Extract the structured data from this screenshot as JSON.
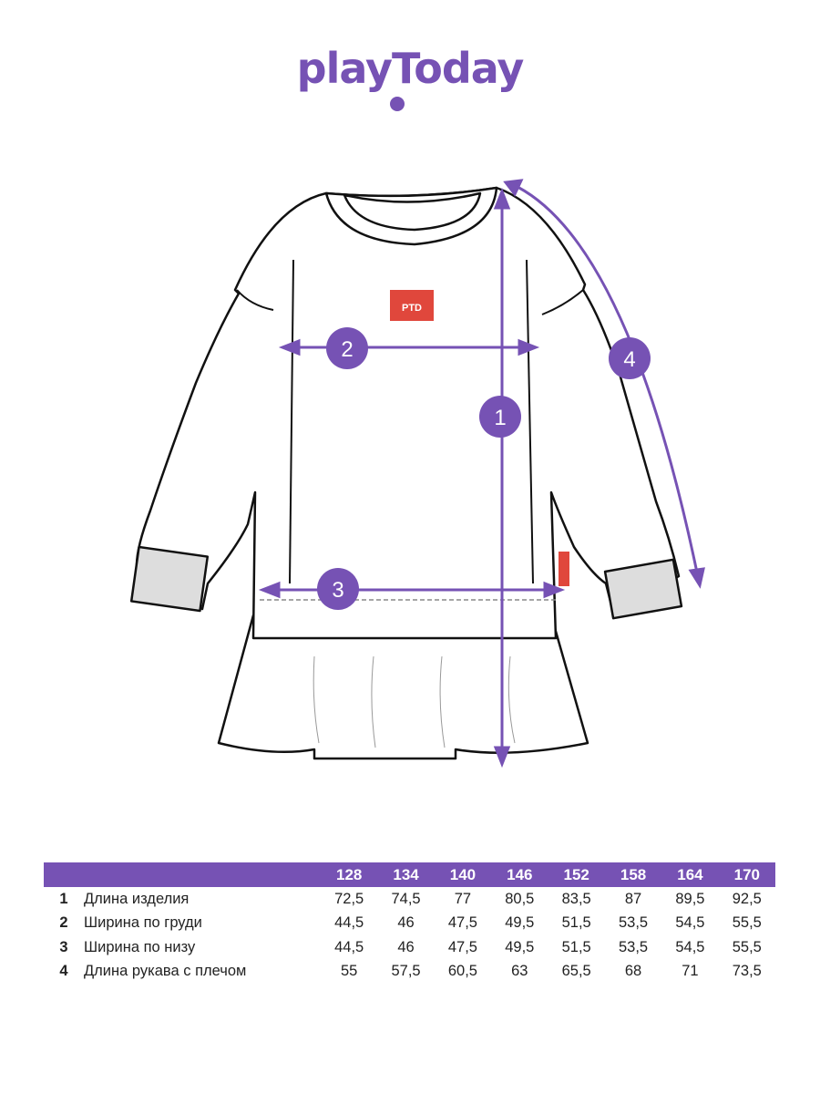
{
  "brand": {
    "logo_text": "playToday",
    "accent_color": "#7652B4"
  },
  "garment_label": {
    "text": "PTD"
  },
  "callouts": [
    "1",
    "2",
    "3",
    "4"
  ],
  "table": {
    "sizes": [
      "128",
      "134",
      "140",
      "146",
      "152",
      "158",
      "164",
      "170"
    ],
    "rows": [
      {
        "num": "1",
        "label": "Длина изделия",
        "values": [
          "72,5",
          "74,5",
          "77",
          "80,5",
          "83,5",
          "87",
          "89,5",
          "92,5"
        ]
      },
      {
        "num": "2",
        "label": "Ширина по груди",
        "values": [
          "44,5",
          "46",
          "47,5",
          "49,5",
          "51,5",
          "53,5",
          "54,5",
          "55,5"
        ]
      },
      {
        "num": "3",
        "label": "Ширина по низу",
        "values": [
          "44,5",
          "46",
          "47,5",
          "49,5",
          "51,5",
          "53,5",
          "54,5",
          "55,5"
        ]
      },
      {
        "num": "4",
        "label": "Длина рукава с плечом",
        "values": [
          "55",
          "57,5",
          "60,5",
          "63",
          "65,5",
          "68",
          "71",
          "73,5"
        ]
      }
    ]
  }
}
